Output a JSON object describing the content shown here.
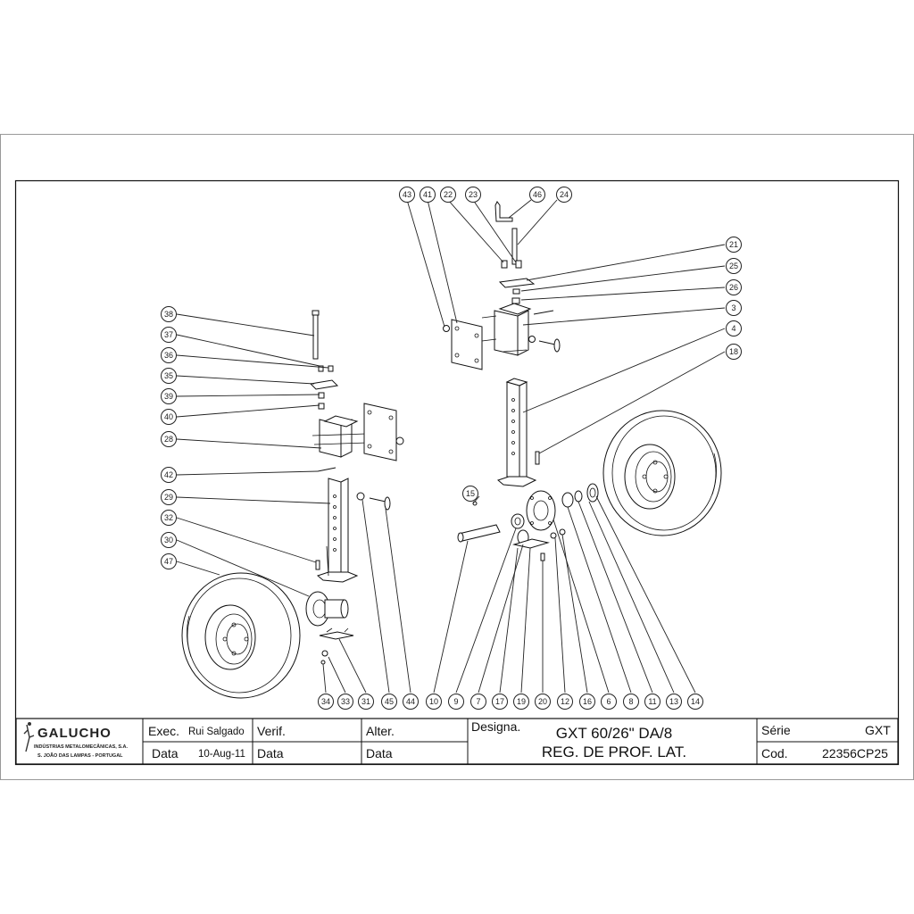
{
  "title_block": {
    "company": "GALUCHO",
    "company_line1": "INDÚSTRIAS METALOMECÂNICAS, S.A.",
    "company_line2": "S. JOÃO DAS LAMPAS - PORTUGAL",
    "exec_label": "Exec.",
    "exec_value": "Rui Salgado",
    "verif_label": "Verif.",
    "alter_label": "Alter.",
    "designa_label": "Designa.",
    "data_label": "Data",
    "data_value": "10-Aug-11",
    "data_label_2": "Data",
    "data_label_3": "Data",
    "designation_line1": "GXT 60/26\" DA/8",
    "designation_line2": "REG. DE PROF. LAT.",
    "serie_label": "Série",
    "serie_value": "GXT",
    "cod_label": "Cod.",
    "cod_value": "22356CP25"
  },
  "callouts": {
    "c1": "43",
    "c2": "41",
    "c3": "22",
    "c4": "23",
    "c5": "46",
    "c6": "24",
    "c7": "21",
    "c8": "25",
    "c9": "26",
    "c10": "3",
    "c11": "4",
    "c12": "18",
    "c13": "38",
    "c14": "37",
    "c15": "36",
    "c16": "35",
    "c17": "39",
    "c18": "40",
    "c19": "28",
    "c20": "42",
    "c21": "29",
    "c22": "32",
    "c23": "30",
    "c24": "47",
    "c25": "15",
    "c26": "34",
    "c27": "33",
    "c28": "31",
    "c29": "45",
    "c30": "44",
    "c31": "10",
    "c32": "9",
    "c33": "7",
    "c34": "17",
    "c35": "19",
    "c36": "20",
    "c37": "12",
    "c38": "16",
    "c39": "6",
    "c40": "8",
    "c41": "11",
    "c42": "13",
    "c43": "14"
  }
}
